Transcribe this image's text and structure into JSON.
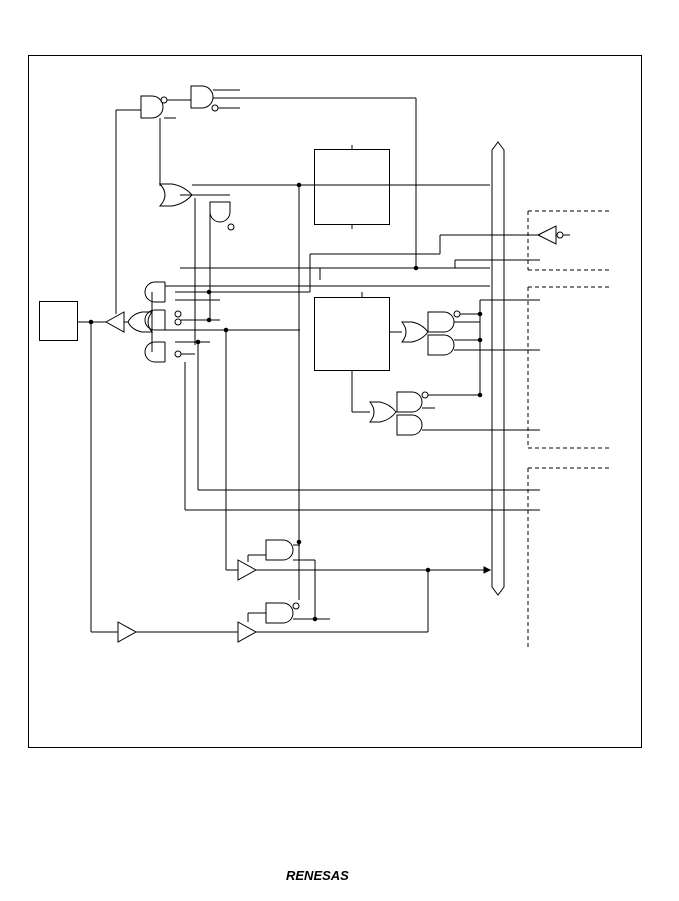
{
  "figure": {
    "kind": "logic-circuit-schematic",
    "line_color": "#000000",
    "background": "#ffffff",
    "blocks": [
      {
        "id": "pin-box"
      },
      {
        "id": "upper-register"
      },
      {
        "id": "lower-register"
      }
    ],
    "bus": {
      "id": "internal-data-bus"
    }
  },
  "footer": {
    "logo_text": "RENESAS",
    "logo_color": "#000000"
  }
}
